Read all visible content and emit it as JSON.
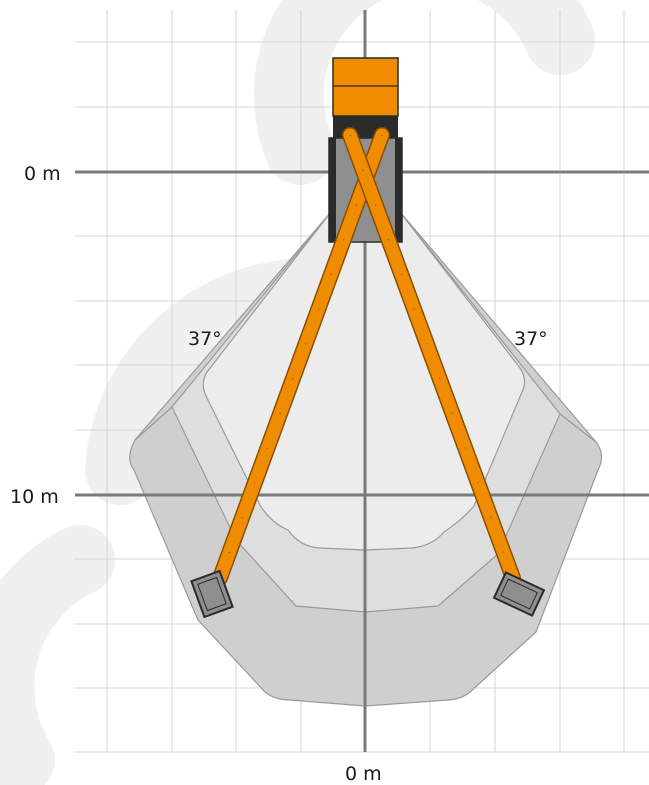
{
  "axis_labels": {
    "y_zero": "0 m",
    "y_ten": "10 m",
    "x_zero": "0 m"
  },
  "angles": {
    "left": "37°",
    "right": "37°"
  },
  "colors": {
    "boom": "#f08c00",
    "boom_edge": "#8a4f00",
    "machine_orange": "#f08c00",
    "machine_dark": "#2b2b2b",
    "machine_grey": "#8f8f8f",
    "zone_outer": "#cfcfcf",
    "zone_middle": "#dedede",
    "zone_inner": "#ececec",
    "grid": "#d5d5d5",
    "axis": "#7a7a7a",
    "watermark": "#efefef"
  }
}
